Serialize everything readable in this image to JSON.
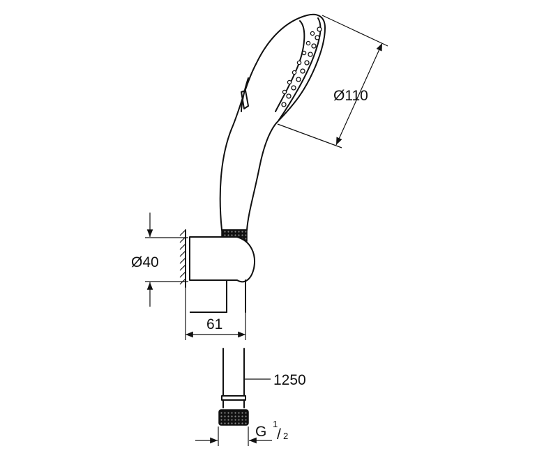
{
  "dimensions": {
    "head_diameter": "Ø110",
    "holder_diameter": "Ø40",
    "holder_depth": "61",
    "hose_length": "1250",
    "thread_g": "G",
    "thread_num": "1",
    "thread_den": "2"
  }
}
